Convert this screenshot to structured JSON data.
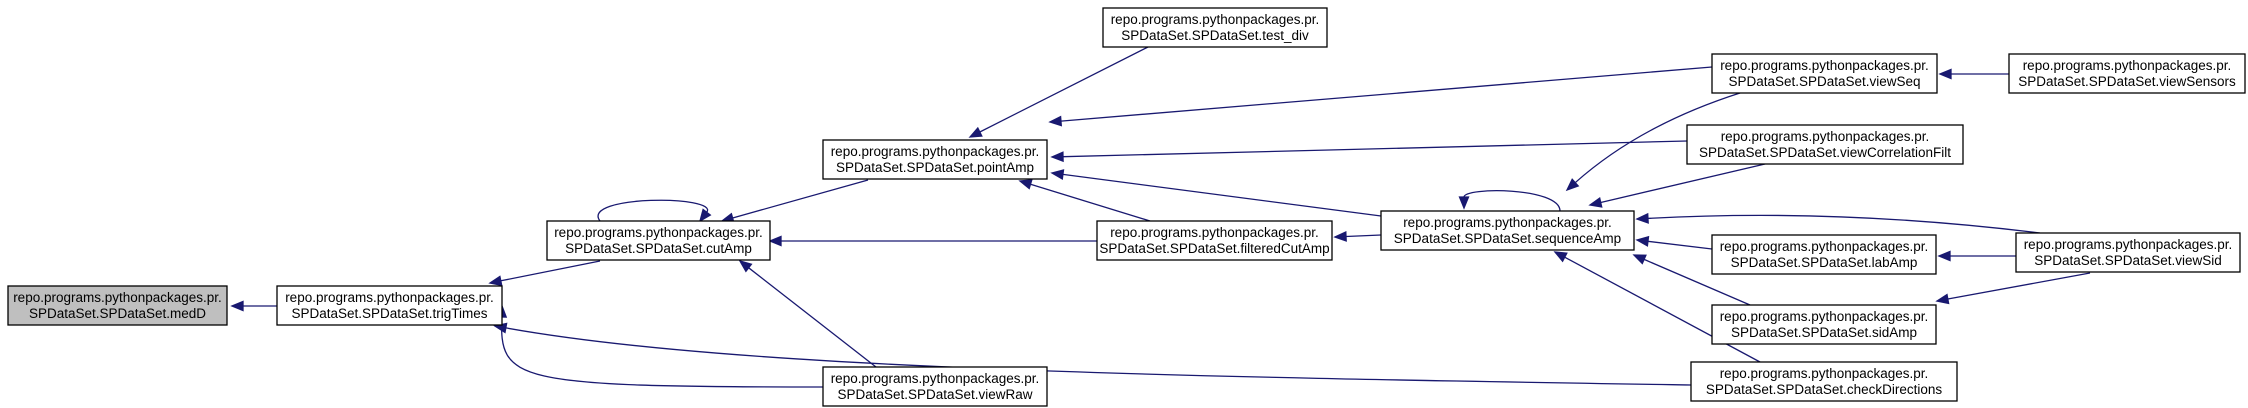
{
  "nodes": [
    {
      "id": "medD",
      "line1": "repo.programs.pythonpackages.pr.",
      "line2": "SPDataSet.SPDataSet.medD"
    },
    {
      "id": "trigTimes",
      "line1": "repo.programs.pythonpackages.pr.",
      "line2": "SPDataSet.SPDataSet.trigTimes"
    },
    {
      "id": "cutAmp",
      "line1": "repo.programs.pythonpackages.pr.",
      "line2": "SPDataSet.SPDataSet.cutAmp"
    },
    {
      "id": "pointAmp",
      "line1": "repo.programs.pythonpackages.pr.",
      "line2": "SPDataSet.SPDataSet.pointAmp"
    },
    {
      "id": "viewRaw",
      "line1": "repo.programs.pythonpackages.pr.",
      "line2": "SPDataSet.SPDataSet.viewRaw"
    },
    {
      "id": "test_div",
      "line1": "repo.programs.pythonpackages.pr.",
      "line2": "SPDataSet.SPDataSet.test_div"
    },
    {
      "id": "filteredCutAmp",
      "line1": "repo.programs.pythonpackages.pr.",
      "line2": "SPDataSet.SPDataSet.filteredCutAmp"
    },
    {
      "id": "sequenceAmp",
      "line1": "repo.programs.pythonpackages.pr.",
      "line2": "SPDataSet.SPDataSet.sequenceAmp"
    },
    {
      "id": "viewSeq",
      "line1": "repo.programs.pythonpackages.pr.",
      "line2": "SPDataSet.SPDataSet.viewSeq"
    },
    {
      "id": "viewCorrelationFilt",
      "line1": "repo.programs.pythonpackages.pr.",
      "line2": "SPDataSet.SPDataSet.viewCorrelationFilt"
    },
    {
      "id": "labAmp",
      "line1": "repo.programs.pythonpackages.pr.",
      "line2": "SPDataSet.SPDataSet.labAmp"
    },
    {
      "id": "sidAmp",
      "line1": "repo.programs.pythonpackages.pr.",
      "line2": "SPDataSet.SPDataSet.sidAmp"
    },
    {
      "id": "checkDirections",
      "line1": "repo.programs.pythonpackages.pr.",
      "line2": "SPDataSet.SPDataSet.checkDirections"
    },
    {
      "id": "viewSensors",
      "line1": "repo.programs.pythonpackages.pr.",
      "line2": "SPDataSet.SPDataSet.viewSensors"
    },
    {
      "id": "viewSid",
      "line1": "repo.programs.pythonpackages.pr.",
      "line2": "SPDataSet.SPDataSet.viewSid"
    }
  ],
  "edges": [
    {
      "from": "trigTimes",
      "to": "medD"
    },
    {
      "from": "cutAmp",
      "to": "trigTimes"
    },
    {
      "from": "viewRaw",
      "to": "trigTimes"
    },
    {
      "from": "checkDirections",
      "to": "trigTimes"
    },
    {
      "from": "cutAmp",
      "to": "cutAmp"
    },
    {
      "from": "pointAmp",
      "to": "cutAmp"
    },
    {
      "from": "filteredCutAmp",
      "to": "cutAmp"
    },
    {
      "from": "viewRaw",
      "to": "cutAmp"
    },
    {
      "from": "test_div",
      "to": "pointAmp"
    },
    {
      "from": "viewSeq",
      "to": "pointAmp"
    },
    {
      "from": "viewCorrelationFilt",
      "to": "pointAmp"
    },
    {
      "from": "filteredCutAmp",
      "to": "pointAmp"
    },
    {
      "from": "sequenceAmp",
      "to": "pointAmp"
    },
    {
      "from": "sequenceAmp",
      "to": "filteredCutAmp"
    },
    {
      "from": "sequenceAmp",
      "to": "sequenceAmp"
    },
    {
      "from": "viewSeq",
      "to": "sequenceAmp"
    },
    {
      "from": "viewCorrelationFilt",
      "to": "sequenceAmp"
    },
    {
      "from": "viewSid",
      "to": "sequenceAmp"
    },
    {
      "from": "labAmp",
      "to": "sequenceAmp"
    },
    {
      "from": "sidAmp",
      "to": "sequenceAmp"
    },
    {
      "from": "checkDirections",
      "to": "sequenceAmp"
    },
    {
      "from": "viewSensors",
      "to": "viewSeq"
    },
    {
      "from": "viewSid",
      "to": "labAmp"
    },
    {
      "from": "viewSid",
      "to": "sidAmp"
    }
  ],
  "colors": {
    "edge": "#191970",
    "root_fill": "#bfbfbf",
    "node_fill": "#ffffff",
    "node_border": "#000000"
  }
}
